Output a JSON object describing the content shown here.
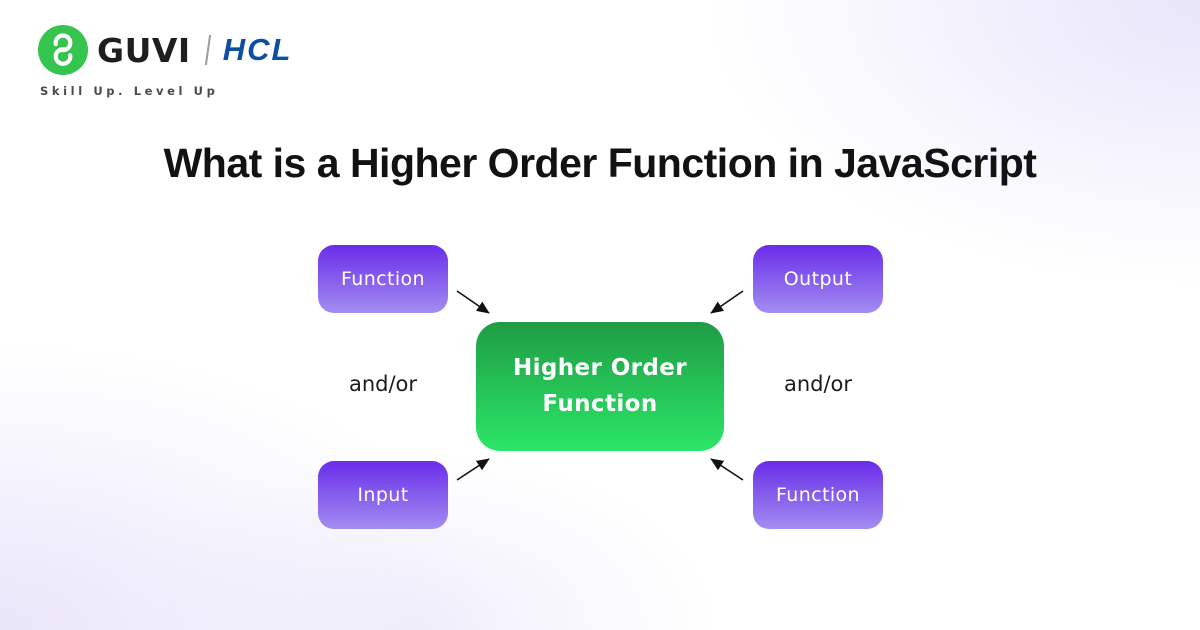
{
  "brand": {
    "guvi_name": "GUVI",
    "partner_name": "HCL",
    "tagline": "Skill Up. Level Up",
    "guvi_green": "#35c44e",
    "hcl_blue": "#0b4ea2"
  },
  "title": "What is a Higher Order Function in JavaScript",
  "diagram": {
    "center": {
      "label": "Higher Order Function",
      "gradient_top": "#1f9c45",
      "gradient_bottom": "#2ce667"
    },
    "nodes": [
      {
        "position": "top-left",
        "label": "Function"
      },
      {
        "position": "top-right",
        "label": "Output"
      },
      {
        "position": "bottom-left",
        "label": "Input"
      },
      {
        "position": "bottom-right",
        "label": "Function"
      }
    ],
    "connectors": {
      "left": "and/or",
      "right": "and/or"
    },
    "node_gradient_top": "#6a2de9",
    "node_gradient_bottom": "#a28df0",
    "arrow_color": "#111111"
  }
}
